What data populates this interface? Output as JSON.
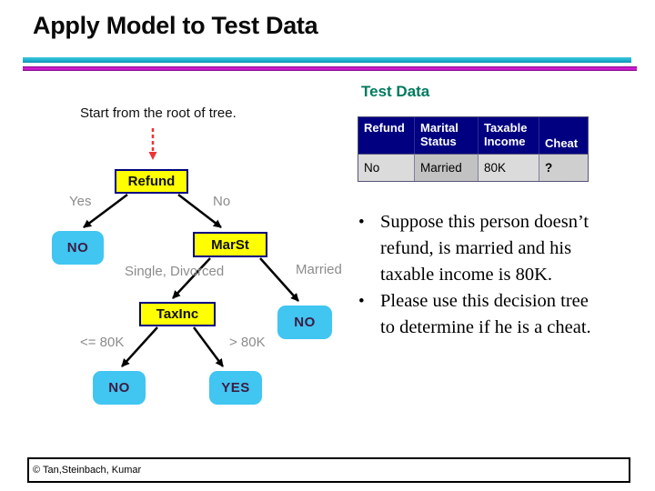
{
  "slide": {
    "title": "Apply Model to Test Data",
    "section_label": "Test Data",
    "instruction": "Start from the root of tree.",
    "footer": "© Tan,Steinbach, Kumar"
  },
  "table": {
    "headers": [
      "Refund",
      "Marital Status",
      "Taxable Income",
      "Cheat"
    ],
    "row": [
      "No",
      "Married",
      "80K",
      "?"
    ]
  },
  "tree": {
    "nodes": {
      "root": "Refund",
      "marital": "MarSt",
      "income": "TaxInc"
    },
    "leaves": {
      "refund_yes": "NO",
      "married": "NO",
      "income_low": "NO",
      "income_high": "YES"
    },
    "edge_labels": {
      "yes": "Yes",
      "no": "No",
      "single_divorced": "Single, Divorced",
      "married": "Married",
      "lte_80k": "<= 80K",
      "gt_80k": "> 80K"
    }
  },
  "bullets": {
    "bullet_char": "•",
    "items": [
      {
        "lines": [
          "Suppose this person doesn’t",
          "refund, is married and his",
          "taxable income is 80K."
        ]
      },
      {
        "lines": [
          "Please use this decision tree",
          "to determine if he is a cheat."
        ]
      }
    ]
  },
  "colors": {
    "accent_teal_rule": "#1fb2d0",
    "accent_magenta_rule": "#e31ee0",
    "section_label": "#007a5e",
    "table_header_bg": "#000080",
    "node_fill": "#ffff00",
    "node_border": "#000080",
    "leaf_fill": "#41c5f1",
    "leaf_text": "#3d1c42",
    "edge_label": "#8c8c8c",
    "red_arrow": "#ee3333"
  }
}
